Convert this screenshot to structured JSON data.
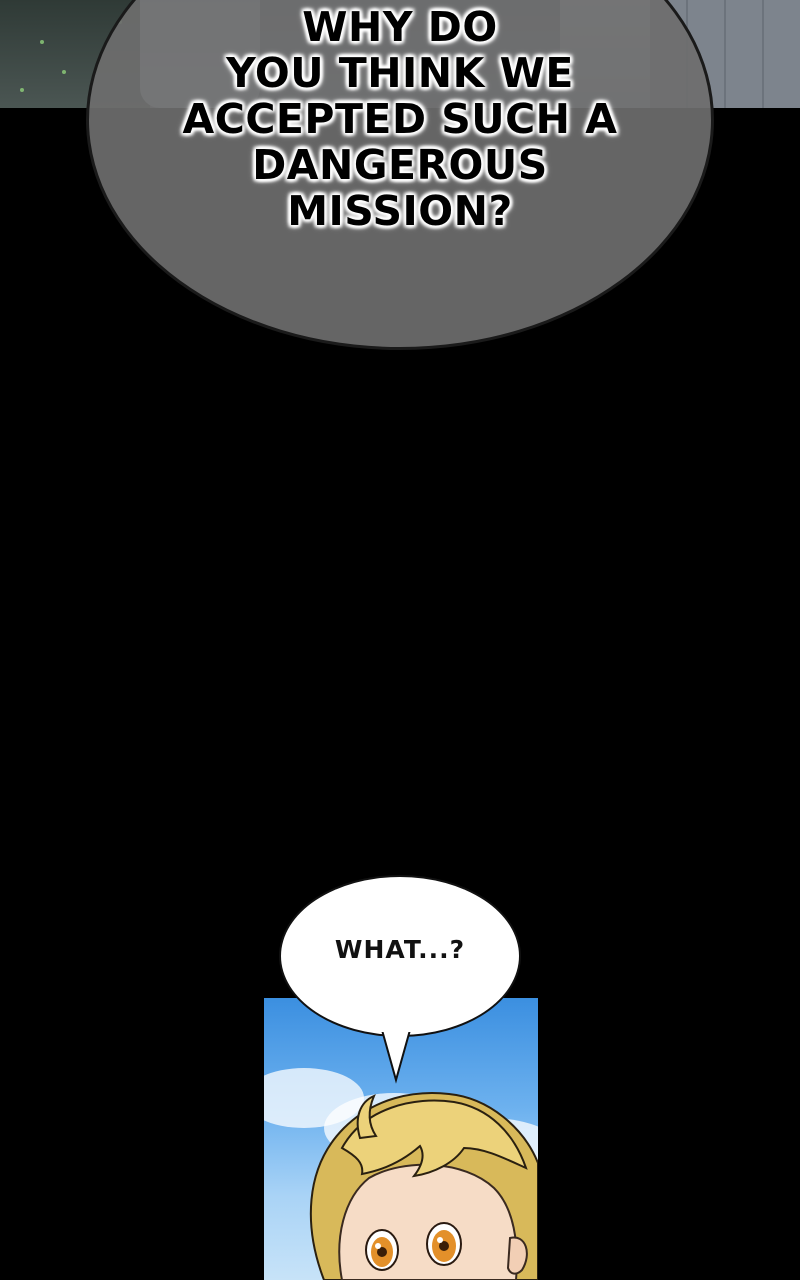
{
  "speech_bubbles": {
    "top": {
      "lines": [
        "WHY DO",
        "YOU THINK WE",
        "ACCEPTED SUCH A",
        "DANGEROUS",
        "MISSION?"
      ]
    },
    "bottom": {
      "text": "WHAT...?"
    }
  },
  "colors": {
    "background": "#000000",
    "bubble_top_fill": "#6e6e6e",
    "bubble_bottom_fill": "#ffffff",
    "sky": "#6eb2ef",
    "hair": "#e9cf73",
    "eyes": "#e3902a"
  }
}
